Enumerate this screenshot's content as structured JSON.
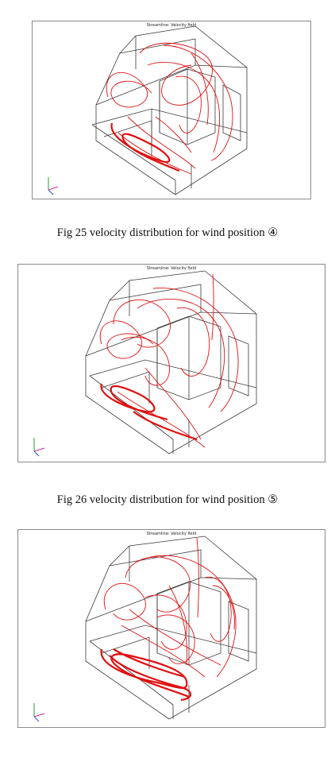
{
  "figures": [
    {
      "panel_title": "Streamline: Velocity field",
      "caption": "Fig 25 velocity distribution for wind position ④"
    },
    {
      "panel_title": "Streamline: Velocity field",
      "caption": "Fig 26 velocity distribution for wind position ⑤"
    },
    {
      "panel_title": "Streamline: Velocity field",
      "caption": ""
    }
  ],
  "colors": {
    "streamline": "#e01010",
    "wireframe": "#3a3a3a",
    "frame": "#8a8a8a"
  },
  "icons": {
    "axis_triad": "xyz-axis-triad-icon"
  }
}
